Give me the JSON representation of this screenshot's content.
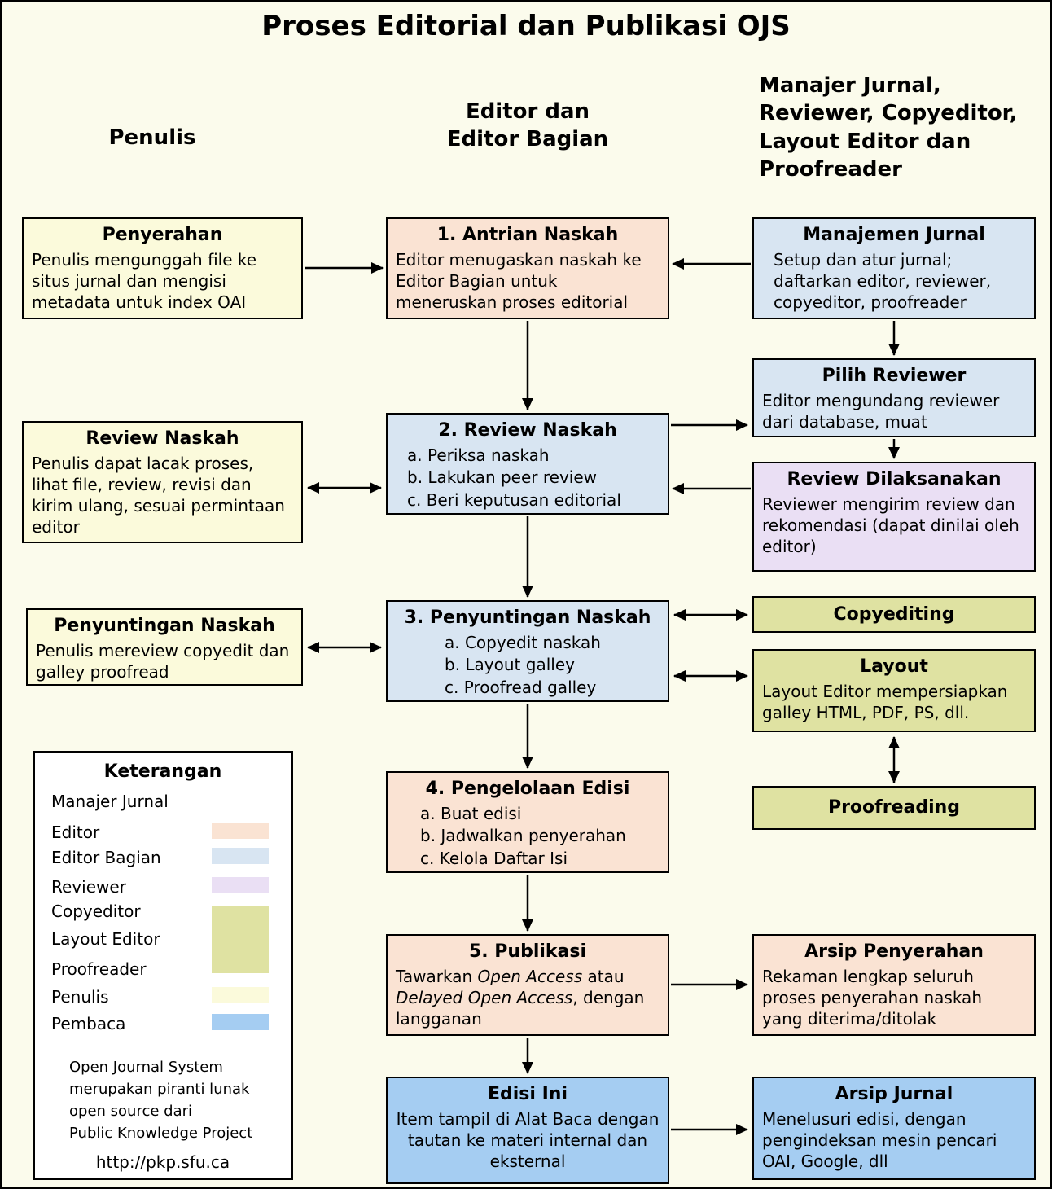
{
  "title": "Proses Editorial dan Publikasi OJS",
  "column_headers": {
    "left": "Penulis",
    "center": "Editor dan\nEditor Bagian",
    "right": "Manajer Jurnal,\nReviewer, Copyeditor,\nLayout Editor dan\nProofreader"
  },
  "left_boxes": [
    {
      "title": "Penyerahan",
      "body": "Penulis mengunggah file ke situs jurnal dan mengisi metadata untuk index OAI"
    },
    {
      "title": "Review Naskah",
      "body": "Penulis dapat lacak proses, lihat file, review, revisi dan kirim ulang, sesuai permintaan editor"
    },
    {
      "title": "Penyuntingan Naskah",
      "body": "Penulis mereview copyedit dan galley proofread"
    }
  ],
  "center_boxes": [
    {
      "title": "1. Antrian Naskah",
      "body": "Editor menugaskan naskah ke Editor Bagian untuk meneruskan proses editorial"
    },
    {
      "title": "2. Review Naskah",
      "items": [
        "a. Periksa naskah",
        "b. Lakukan peer review",
        "c. Beri keputusan editorial"
      ]
    },
    {
      "title": "3. Penyuntingan Naskah",
      "items": [
        "a. Copyedit naskah",
        "b. Layout galley",
        "c. Proofread galley"
      ]
    },
    {
      "title": "4. Pengelolaan Edisi",
      "items": [
        "a. Buat edisi",
        "b. Jadwalkan penyerahan",
        "c. Kelola Daftar Isi"
      ]
    },
    {
      "title": "5. Publikasi",
      "body_parts": {
        "t1": "Tawarkan ",
        "i1": "Open Access",
        "t2": " atau ",
        "i2": "Delayed Open Access",
        "t3": ", dengan langganan"
      }
    },
    {
      "title": "Edisi Ini",
      "body": "Item tampil di Alat Baca dengan tautan ke materi internal dan eksternal"
    }
  ],
  "right_boxes": [
    {
      "title": "Manajemen Jurnal",
      "body": "Setup dan atur jurnal; daftarkan editor, reviewer, copyeditor, proofreader"
    },
    {
      "title": "Pilih Reviewer",
      "body": "Editor mengundang reviewer dari database, muat"
    },
    {
      "title": "Review Dilaksanakan",
      "body": "Reviewer mengirim review dan rekomendasi (dapat dinilai oleh editor)"
    },
    {
      "title": "Copyediting"
    },
    {
      "title": "Layout",
      "body": "Layout Editor mempersiapkan galley HTML, PDF, PS, dll."
    },
    {
      "title": "Proofreading"
    },
    {
      "title": "Arsip Penyerahan",
      "body": "Rekaman lengkap seluruh proses penyerahan naskah yang diterima/ditolak"
    },
    {
      "title": "Arsip Jurnal",
      "body": "Menelusuri edisi, dengan pengindeksan mesin pencari OAI, Google, dll"
    }
  ],
  "legend": {
    "title": "Keterangan",
    "items": [
      {
        "label": "Manajer Jurnal"
      },
      {
        "label": "Editor"
      },
      {
        "label": "Editor Bagian"
      },
      {
        "label": "Reviewer"
      },
      {
        "label": "Copyeditor"
      },
      {
        "label": "Layout Editor"
      },
      {
        "label": "Proofreader"
      },
      {
        "label": "Penulis"
      },
      {
        "label": "Pembaca"
      }
    ],
    "footer": "Open Journal System\nmerupakan piranti lunak\nopen source dari\nPublic Knowledge Project",
    "url": "http://pkp.sfu.ca"
  },
  "colors": {
    "background": "#FBFBEC",
    "editor": "#FAE3D3",
    "editor_bagian": "#D8E5F2",
    "reviewer": "#EADFF4",
    "copyeditor_group": "#DFE2A2",
    "penulis": "#FBFADB",
    "pembaca": "#A5CDF2",
    "line": "#000000"
  }
}
